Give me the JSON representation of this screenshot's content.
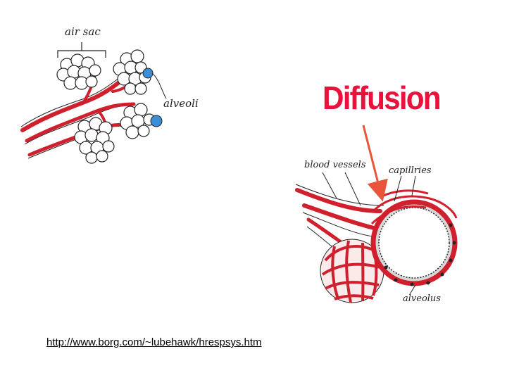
{
  "title": "Diffusion",
  "source_link": "http://www.borg.com/~lubehawk/hrespsys.htm",
  "left_diagram": {
    "labels": {
      "air_sac": "air sac",
      "alveoli": "alveoli"
    }
  },
  "right_diagram": {
    "labels": {
      "blood_vessels": "blood vessels",
      "capillaries": "capillries",
      "alveolus": "alveolus"
    }
  },
  "colors": {
    "title": "#e8123c",
    "vessel": "#d0202e",
    "alveoli_dot": "#3b8fd6",
    "arrow": "#e8553a"
  }
}
